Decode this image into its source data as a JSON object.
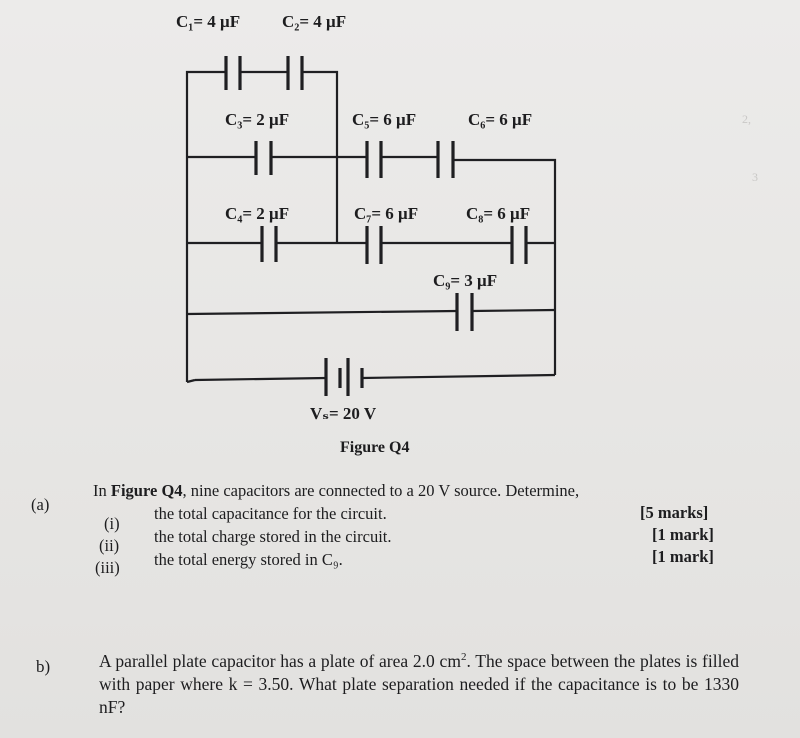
{
  "figure": {
    "labels": {
      "c1": "C₁= 4 μF",
      "c2": "C₂= 4 μF",
      "c3": "C₃= 2 μF",
      "c5": "C₅= 6 μF",
      "c6": "C₆= 6 μF",
      "c4": "C₄= 2 μF",
      "c7": "C₇= 6 μF",
      "c8": "C₈= 6 μF",
      "c9": "C₉= 3 μF",
      "vs": "Vₛ= 20 V"
    },
    "caption": "Figure Q4"
  },
  "question_a": {
    "number": "(a)",
    "stem_pre": "In ",
    "stem_bold": "Figure Q4",
    "stem_post": ", nine capacitors are connected to a 20 V source. Determine,",
    "parts": [
      {
        "num": "(i)",
        "text": "the total capacitance for the circuit.",
        "marks": "[5 marks]"
      },
      {
        "num": "(ii)",
        "text": "the total charge stored in the circuit.",
        "marks": "[1 mark]"
      },
      {
        "num": "(iii)",
        "text": "the total energy stored in C₉.",
        "marks": "[1 mark]"
      }
    ]
  },
  "question_b": {
    "number": "b)",
    "text_1": "A parallel plate capacitor has a plate of area 2.0 cm",
    "sup": "2",
    "text_2": ". The space between the plates is filled with paper where k = 3.50. What plate separation needed if the capacitance is to be 1330 nF?"
  }
}
